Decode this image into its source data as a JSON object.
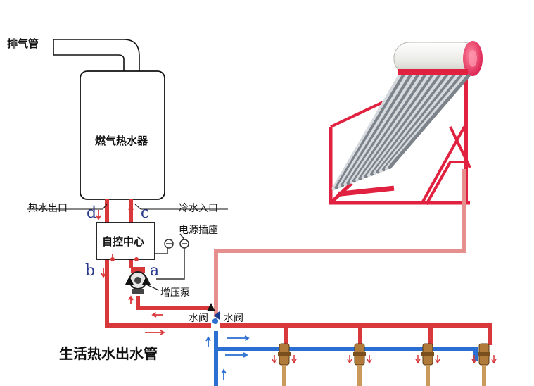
{
  "labels": {
    "exhaust_pipe": "排气管",
    "gas_heater": "燃气热水器",
    "hot_out": "热水出口",
    "cold_in": "冷水入口",
    "control_center": "自控中心",
    "power_socket": "电源插座",
    "booster_pump": "增压泵",
    "valve_left": "水阀",
    "valve_right": "水阀",
    "main_title": "生活热水出水管"
  },
  "markers": {
    "a": "a",
    "b": "b",
    "c": "c",
    "d": "d"
  },
  "colors": {
    "hot_pipe": "#d9383b",
    "cold_pipe": "#2a6fd1",
    "solar_pipe": "#e68f8f",
    "brass": "#b07a3a",
    "marker_text": "#2a3a8c"
  },
  "icons": [
    "exhaust-pipe-icon",
    "water-heater-icon",
    "solar-heater-icon",
    "pump-icon",
    "valve-icon",
    "faucet-icon"
  ]
}
